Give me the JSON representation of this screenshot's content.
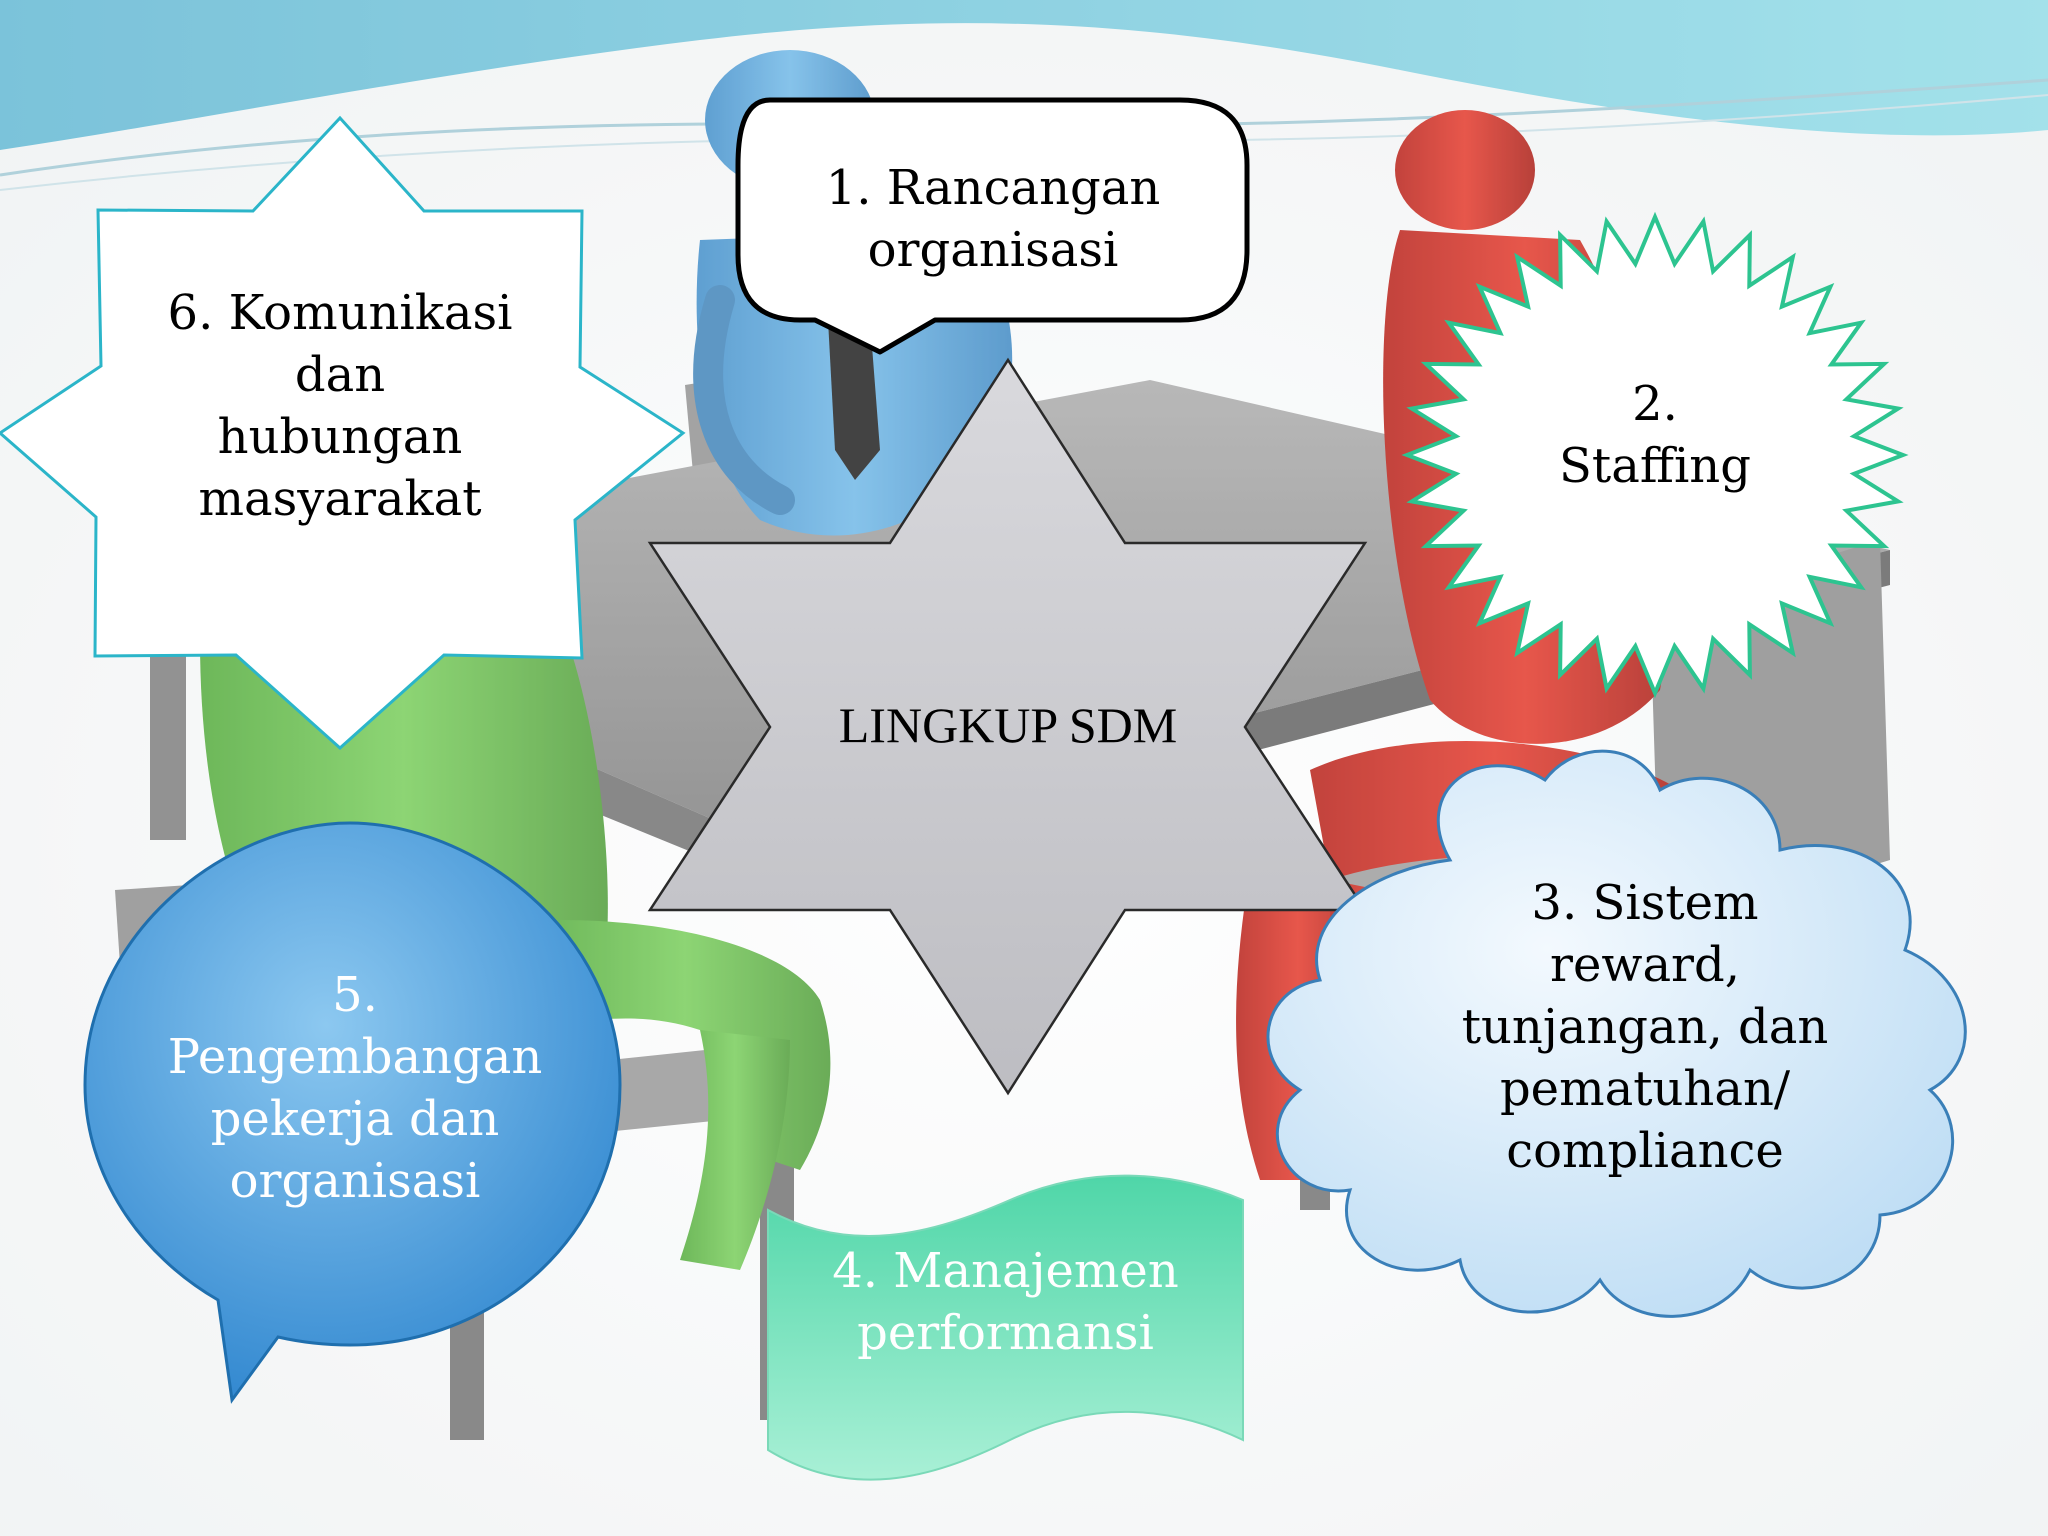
{
  "diagram": {
    "center": {
      "label": "LINGKUP SDM"
    },
    "items": [
      {
        "id": "1",
        "label": "1. Rancangan\norganisasi",
        "shape": "speech-bubble-rounded",
        "fill": "#ffffff"
      },
      {
        "id": "2",
        "label": "2.\nStaffing",
        "shape": "starburst",
        "fill": "#ffffff",
        "outline": "#2dc490"
      },
      {
        "id": "3",
        "label": "3. Sistem\nreward,\ntunjangan, dan\npematuhan/\ncompliance",
        "shape": "cloud",
        "fill": "#cde6f8",
        "outline": "#3a7fb8"
      },
      {
        "id": "4",
        "label": "4. Manajemen\nperformansi",
        "shape": "wave-banner",
        "fill": "#6ee0b8"
      },
      {
        "id": "5",
        "label": "5.\nPengembangan\npekerja dan\norganisasi",
        "shape": "speech-bubble-round",
        "fill": "#4fa6e2"
      },
      {
        "id": "6",
        "label": "6. Komunikasi\ndan\nhubungan\nmasyarakat",
        "shape": "8-point-star",
        "fill": "#ffffff",
        "outline": "#2bb5c9"
      }
    ]
  },
  "colors": {
    "header_wave": "#7fcfe0",
    "center_star": "#c8c8cc",
    "figure_blue": "#5aa7dc",
    "figure_red": "#d8281c",
    "figure_green": "#66c04a",
    "furniture": "#8c8c8c"
  }
}
